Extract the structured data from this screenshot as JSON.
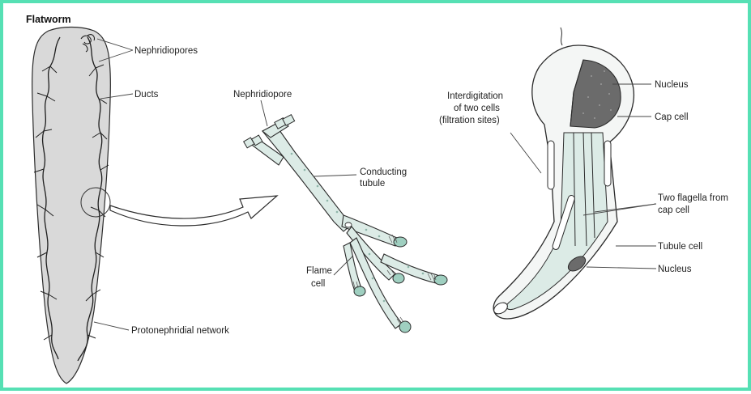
{
  "labels": {
    "flatworm": "Flatworm",
    "nephridiopores": "Nephridiopores",
    "ducts": "Ducts",
    "protonephridial_network": "Protonephridial network",
    "nephridiopore": "Nephridiopore",
    "conducting_l1": "Conducting",
    "conducting_l2": "tubule",
    "flame_l1": "Flame",
    "flame_l2": "cell",
    "interdig_l1": "Interdigitation",
    "interdig_l2": "of two cells",
    "interdig_l3": "(filtration sites)",
    "nucleus_top": "Nucleus",
    "cap_cell": "Cap cell",
    "flagella_l1": "Two flagella from",
    "flagella_l2": "cap cell",
    "tubule_cell": "Tubule cell",
    "nucleus_bottom": "Nucleus"
  },
  "colors": {
    "frame": "#56e0b4",
    "worm_fill": "#d9d9d9",
    "tubule_fill": "#dcebe6",
    "nucleus_fill": "#6b6b6b",
    "outline": "#2b2b2b"
  }
}
